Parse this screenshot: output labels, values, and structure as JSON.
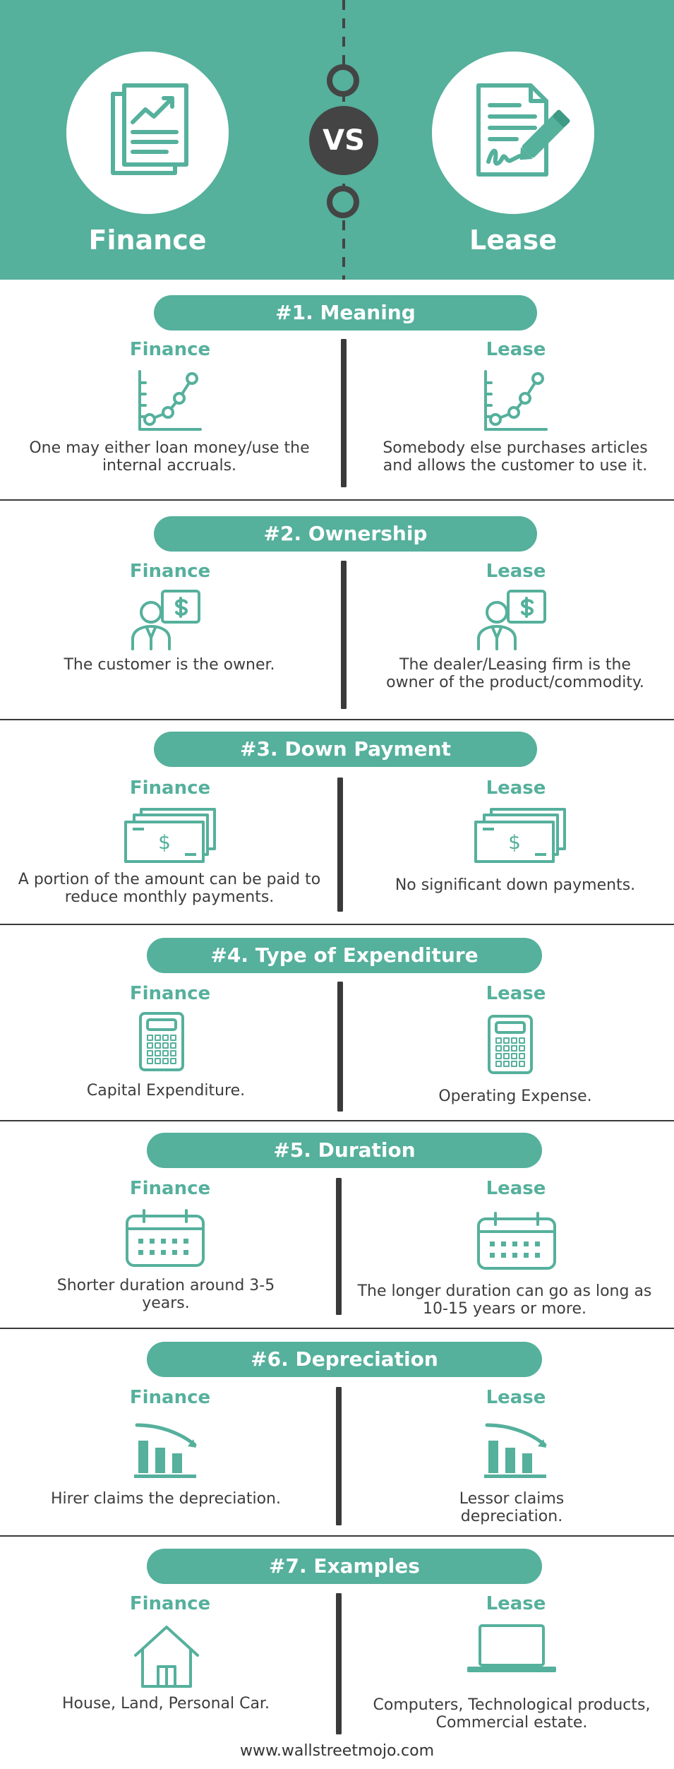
{
  "header": {
    "left_title": "Finance",
    "vs_label": "VS",
    "right_title": "Lease"
  },
  "colors": {
    "teal": "#55b09c",
    "dark": "#444444"
  },
  "sections": [
    {
      "title": "#1. Meaning",
      "icon": "line-chart-icon",
      "left_label": "Finance",
      "left_text": "One may either loan money/use the internal accruals.",
      "right_label": "Lease",
      "right_text": "Somebody else purchases articles and allows the customer to use it."
    },
    {
      "title": "#2. Ownership",
      "icon": "person-dollar-icon",
      "left_label": "Finance",
      "left_text": "The customer is the owner.",
      "right_label": "Lease",
      "right_text": "The dealer/Leasing firm is the owner of the product/commodity."
    },
    {
      "title": "#3. Down Payment",
      "icon": "money-stack-icon",
      "left_label": "Finance",
      "left_text": "A portion of the amount can be paid to reduce monthly payments.",
      "right_label": "Lease",
      "right_text": "No significant down payments."
    },
    {
      "title": "#4. Type of Expenditure",
      "icon": "calculator-icon",
      "left_label": "Finance",
      "left_text": "Capital Expenditure.",
      "right_label": "Lease",
      "right_text": "Operating Expense."
    },
    {
      "title": "#5. Duration",
      "icon": "calendar-icon",
      "left_label": "Finance",
      "left_text": "Shorter duration around 3-5 years.",
      "right_label": "Lease",
      "right_text": "The longer duration can go as long as 10-15 years or more."
    },
    {
      "title": "#6. Depreciation",
      "icon": "declining-bar-chart-icon",
      "left_label": "Finance",
      "left_text": "Hirer claims the depreciation.",
      "right_label": "Lease",
      "right_text": "Lessor claims depreciation."
    },
    {
      "title": "#7. Examples",
      "icon": "house-icon",
      "left_label": "Finance",
      "left_text": "House, Land, Personal Car.",
      "right_label": "Lease",
      "right_text": "Computers, Technological products, Commercial estate.",
      "right_icon": "laptop-icon"
    }
  ],
  "footer": {
    "site": "www.wallstreetmojo.com"
  }
}
